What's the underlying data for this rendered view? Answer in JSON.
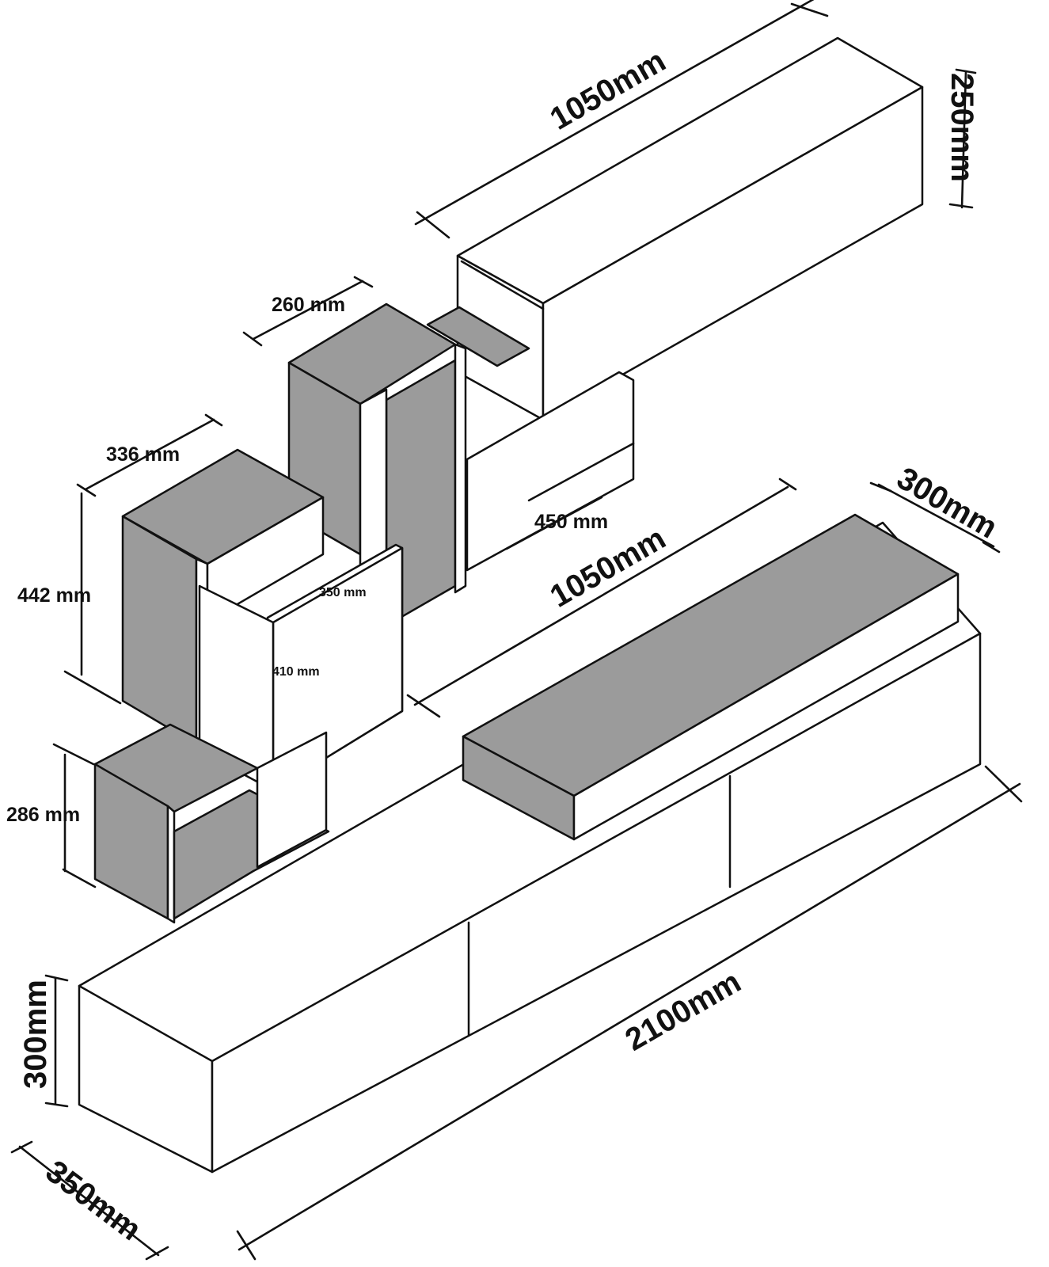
{
  "dimensions": {
    "upper_cabinet_width": "1050mm",
    "upper_cabinet_height": "250mm",
    "top_shelf_depth": "260 mm",
    "middle_shelf_width": "336 mm",
    "shelf_unit_height": "442 mm",
    "lower_shelf_height": "286 mm",
    "long_shelf_length": "450 mm",
    "inner_box_width": "350 mm",
    "inner_box_height": "410 mm",
    "tv_top_length": "1050mm",
    "tv_top_depth": "300mm",
    "tv_unit_length": "2100mm",
    "tv_unit_height": "300mm",
    "tv_unit_depth": "350mm"
  }
}
